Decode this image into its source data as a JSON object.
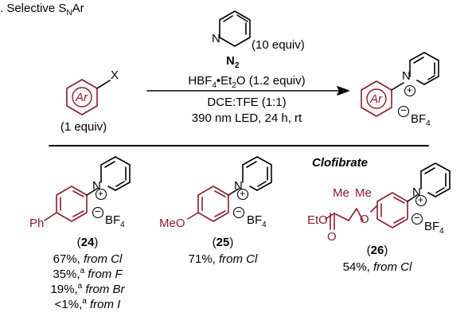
{
  "header": {
    "label_prefix": ". Selective S",
    "label_sub": "N",
    "label_suffix": "Ar"
  },
  "reaction": {
    "substrate": {
      "ring_label": "Ar",
      "substituent": "X",
      "equiv": "(1 equiv)"
    },
    "pyridine_equiv": "(10 equiv)",
    "gas_main": "N",
    "gas_sub": "2",
    "acid": {
      "p1": "HBF",
      "s1": "4",
      "p2": "•Et",
      "s2": "2",
      "p3": "O (1.2 equiv)"
    },
    "solvent": "DCE:TFE (1:1)",
    "conditions": "390 nm LED, 24 h, rt",
    "product": {
      "ring_label": "Ar",
      "n_label": "N",
      "plus": "+",
      "minus": "−",
      "counterion_main": "BF",
      "counterion_sub": "4"
    }
  },
  "compounds": [
    {
      "substituent": "Ph",
      "number": "24",
      "yields": [
        {
          "value": "67%,",
          "sup": "",
          "source": "from Cl"
        },
        {
          "value": "35%,",
          "sup": "a",
          "source": "from F"
        },
        {
          "value": "19%,",
          "sup": "a",
          "source": "from Br"
        },
        {
          "value": "<1%,",
          "sup": "a",
          "source": "from I"
        }
      ]
    },
    {
      "substituent": "MeO",
      "number": "25",
      "yields": [
        {
          "value": "71%,",
          "sup": "",
          "source": "from Cl"
        }
      ]
    },
    {
      "title": "Clofibrate",
      "ester": "EtO",
      "carbonyl_o": "O",
      "ether_o": "O",
      "methyl_1": "Me",
      "methyl_2": "Me",
      "number": "26",
      "yields": [
        {
          "value": "54%,",
          "sup": "",
          "source": "from Cl"
        }
      ]
    }
  ],
  "shared": {
    "n_label": "N",
    "plus": "+",
    "minus": "−",
    "counterion_main": "BF",
    "counterion_sub": "4"
  }
}
